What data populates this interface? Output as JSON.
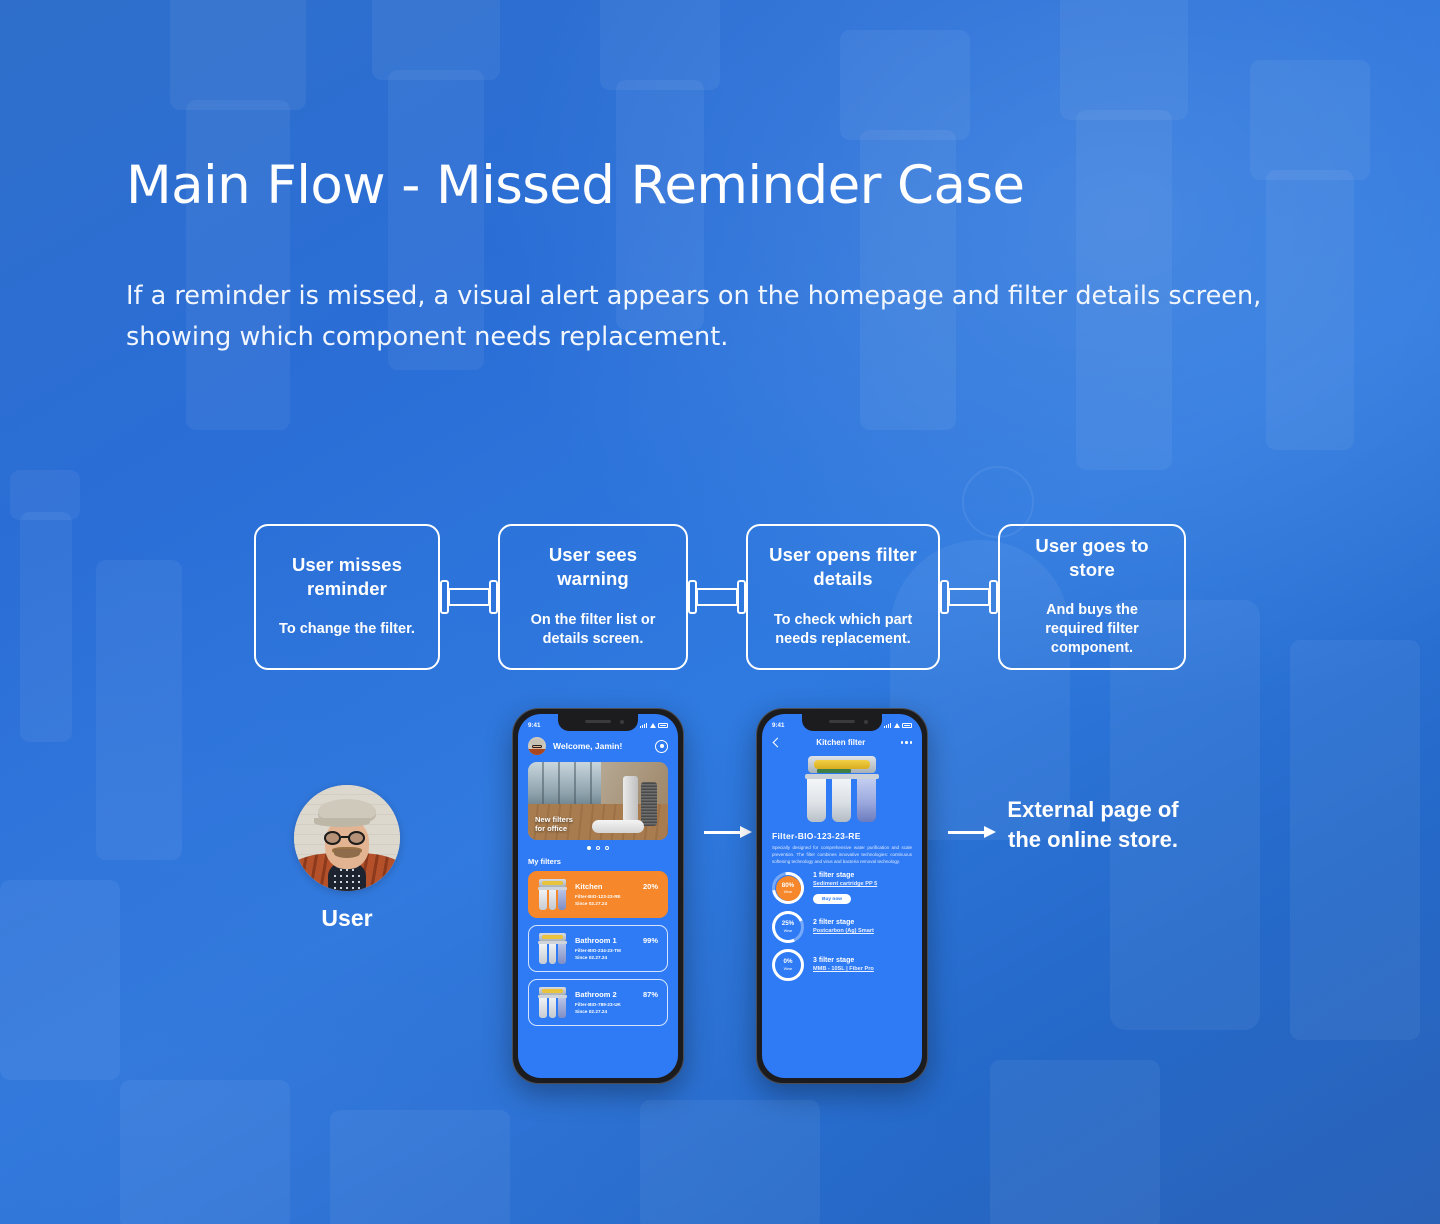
{
  "header": {
    "title": "Main Flow - Missed Reminder Case",
    "subtitle": "If a reminder is missed, a visual alert appears on the homepage and filter details screen, showing which component needs replacement."
  },
  "colors": {
    "background_blue": "#2a6fd4",
    "screen_blue": "#2f7bf6",
    "alert_orange": "#f6872a",
    "white": "#ffffff"
  },
  "flow": {
    "steps": [
      {
        "title": "User misses reminder",
        "subtitle": "To change the filter."
      },
      {
        "title": "User sees warning",
        "subtitle": "On the filter list or details screen."
      },
      {
        "title": "User opens filter details",
        "subtitle": "To check which part needs replacement."
      },
      {
        "title": "User goes to store",
        "subtitle": "And buys the required filter component."
      }
    ]
  },
  "actor": {
    "label": "User",
    "avatar_icon": "user-photo-avatar"
  },
  "external": {
    "text": "External page of the online store."
  },
  "phone_home": {
    "status": {
      "time": "9:41",
      "signal_icon": "cellular-signal-icon",
      "wifi_icon": "wifi-icon",
      "battery_icon": "battery-full-icon"
    },
    "greeting": "Welcome, Jamin!",
    "location_icon": "location-pin-icon",
    "banner": {
      "caption_line1": "New filters",
      "caption_line2": "for office"
    },
    "carousel": {
      "total": 3,
      "active": 1
    },
    "section_title": "My filters",
    "filters": [
      {
        "name": "Kitchen",
        "percent": "20%",
        "code": "Filter-BIO-123-23-RE",
        "since": "Since 02.27.24",
        "alert": true
      },
      {
        "name": "Bathroom 1",
        "percent": "99%",
        "code": "Filter-BIO-234-23-TM",
        "since": "Since 02.27.24",
        "alert": false
      },
      {
        "name": "Bathroom 2",
        "percent": "87%",
        "code": "Filter-BIO-789-23-UK",
        "since": "Since 02.27.24",
        "alert": false
      }
    ]
  },
  "phone_details": {
    "status": {
      "time": "9:41"
    },
    "back_icon": "chevron-left-icon",
    "title": "Kitchen filter",
    "menu_icon": "more-options-icon",
    "product_name": "Filter-BIO-123-23-RE",
    "product_description": "Specially designed for comprehensive water purification and scale prevention. The filter combines innovative technologies: continuous softening technology and virus and bacteria removal technology.",
    "stages": [
      {
        "percent": "80%",
        "wear_label": "Wear",
        "title": "1 filter stage",
        "subtitle": "Sediment cartridge PP 5",
        "alert": true,
        "buy_label": "Buy now"
      },
      {
        "percent": "25%",
        "wear_label": "Wear",
        "title": "2 filter stage",
        "subtitle": "Postcarbon (Ag) Smart",
        "alert": false,
        "buy_label": ""
      },
      {
        "percent": "0%",
        "wear_label": "Wear",
        "title": "3 filter stage",
        "subtitle": "MMB - 10SL | Fiber Pro",
        "alert": false,
        "buy_label": ""
      }
    ]
  }
}
